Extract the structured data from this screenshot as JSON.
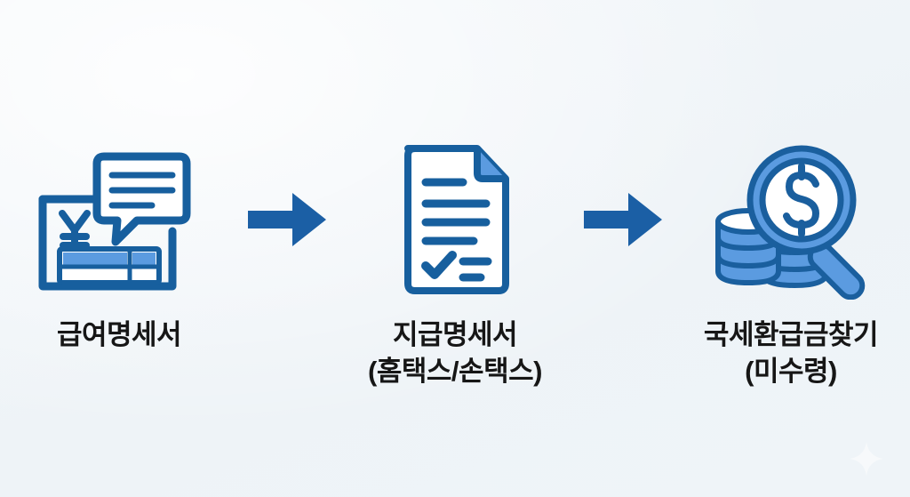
{
  "background": {
    "color": "#f1f5f9",
    "gradient_from": "#f3f7fa",
    "gradient_to": "#eff4f8"
  },
  "palette": {
    "dark_blue": "#175f9e",
    "arrow_blue": "#1b5fa5",
    "light_blue": "#5b9be0",
    "outline_blue": "#1a5f9e",
    "text_color": "#161616",
    "white": "#ffffff"
  },
  "diagram": {
    "type": "process-flow",
    "direction": "left-to-right",
    "step_count": 3,
    "connector_count": 2,
    "steps": [
      {
        "id": "payslip",
        "icon": "payslip-with-speech-bubble-icon",
        "icon_parts": [
          "document-sheet",
          "yen-currency-symbol",
          "table-grid",
          "speech-bubble-with-text-lines"
        ],
        "label": "급여명세서",
        "label_lines": [
          "급여명세서"
        ]
      },
      {
        "id": "payment-statement",
        "icon": "document-with-checkmark-icon",
        "icon_parts": [
          "folded-corner-page",
          "text-lines",
          "checkmark"
        ],
        "label": "지급명세서\n(홈택스/손택스)",
        "label_lines": [
          "지급명세서",
          "(홈택스/손택스)"
        ]
      },
      {
        "id": "tax-refund-search",
        "icon": "coins-with-magnifier-icon",
        "icon_parts": [
          "coin-stack",
          "magnifying-glass",
          "dollar-sign",
          "handle"
        ],
        "label": "국세환급금찾기\n(미수령)",
        "label_lines": [
          "국세환급금찾기",
          "(미수령)"
        ]
      }
    ],
    "connectors": [
      {
        "id": "arrow-1",
        "icon": "right-arrow-icon",
        "from": "payslip",
        "to": "payment-statement"
      },
      {
        "id": "arrow-2",
        "icon": "right-arrow-icon",
        "from": "payment-statement",
        "to": "tax-refund-search"
      }
    ],
    "watermark": {
      "icon": "sparkle-star-icon",
      "position": "bottom-right"
    }
  }
}
